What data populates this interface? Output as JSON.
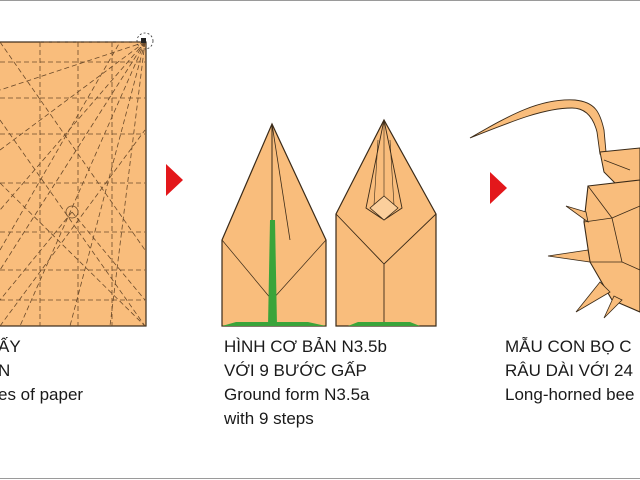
{
  "colors": {
    "paper": "#f9bd7c",
    "fold_line": "#6b4a2a",
    "outline": "#3a2a18",
    "arrow": "#e3171b",
    "green_edge": "#3aa43a",
    "frame": "#9a9a9a"
  },
  "panels": [
    {
      "id": "crease-pattern",
      "caption_lines": [
        "ẤY",
        "N",
        "es of paper"
      ]
    },
    {
      "id": "base-form",
      "caption_lines": [
        "HÌNH CƠ BẢN N3.5b",
        "VỚI 9 BƯỚC GẤP",
        "Ground form N3.5a",
        "with 9 steps"
      ]
    },
    {
      "id": "finished-model",
      "caption_lines": [
        "MẪU CON BỌ C",
        "RÂU DÀI VỚI 24",
        "Long-horned bee"
      ]
    }
  ],
  "arrows": [
    "right-arrow",
    "right-arrow"
  ]
}
